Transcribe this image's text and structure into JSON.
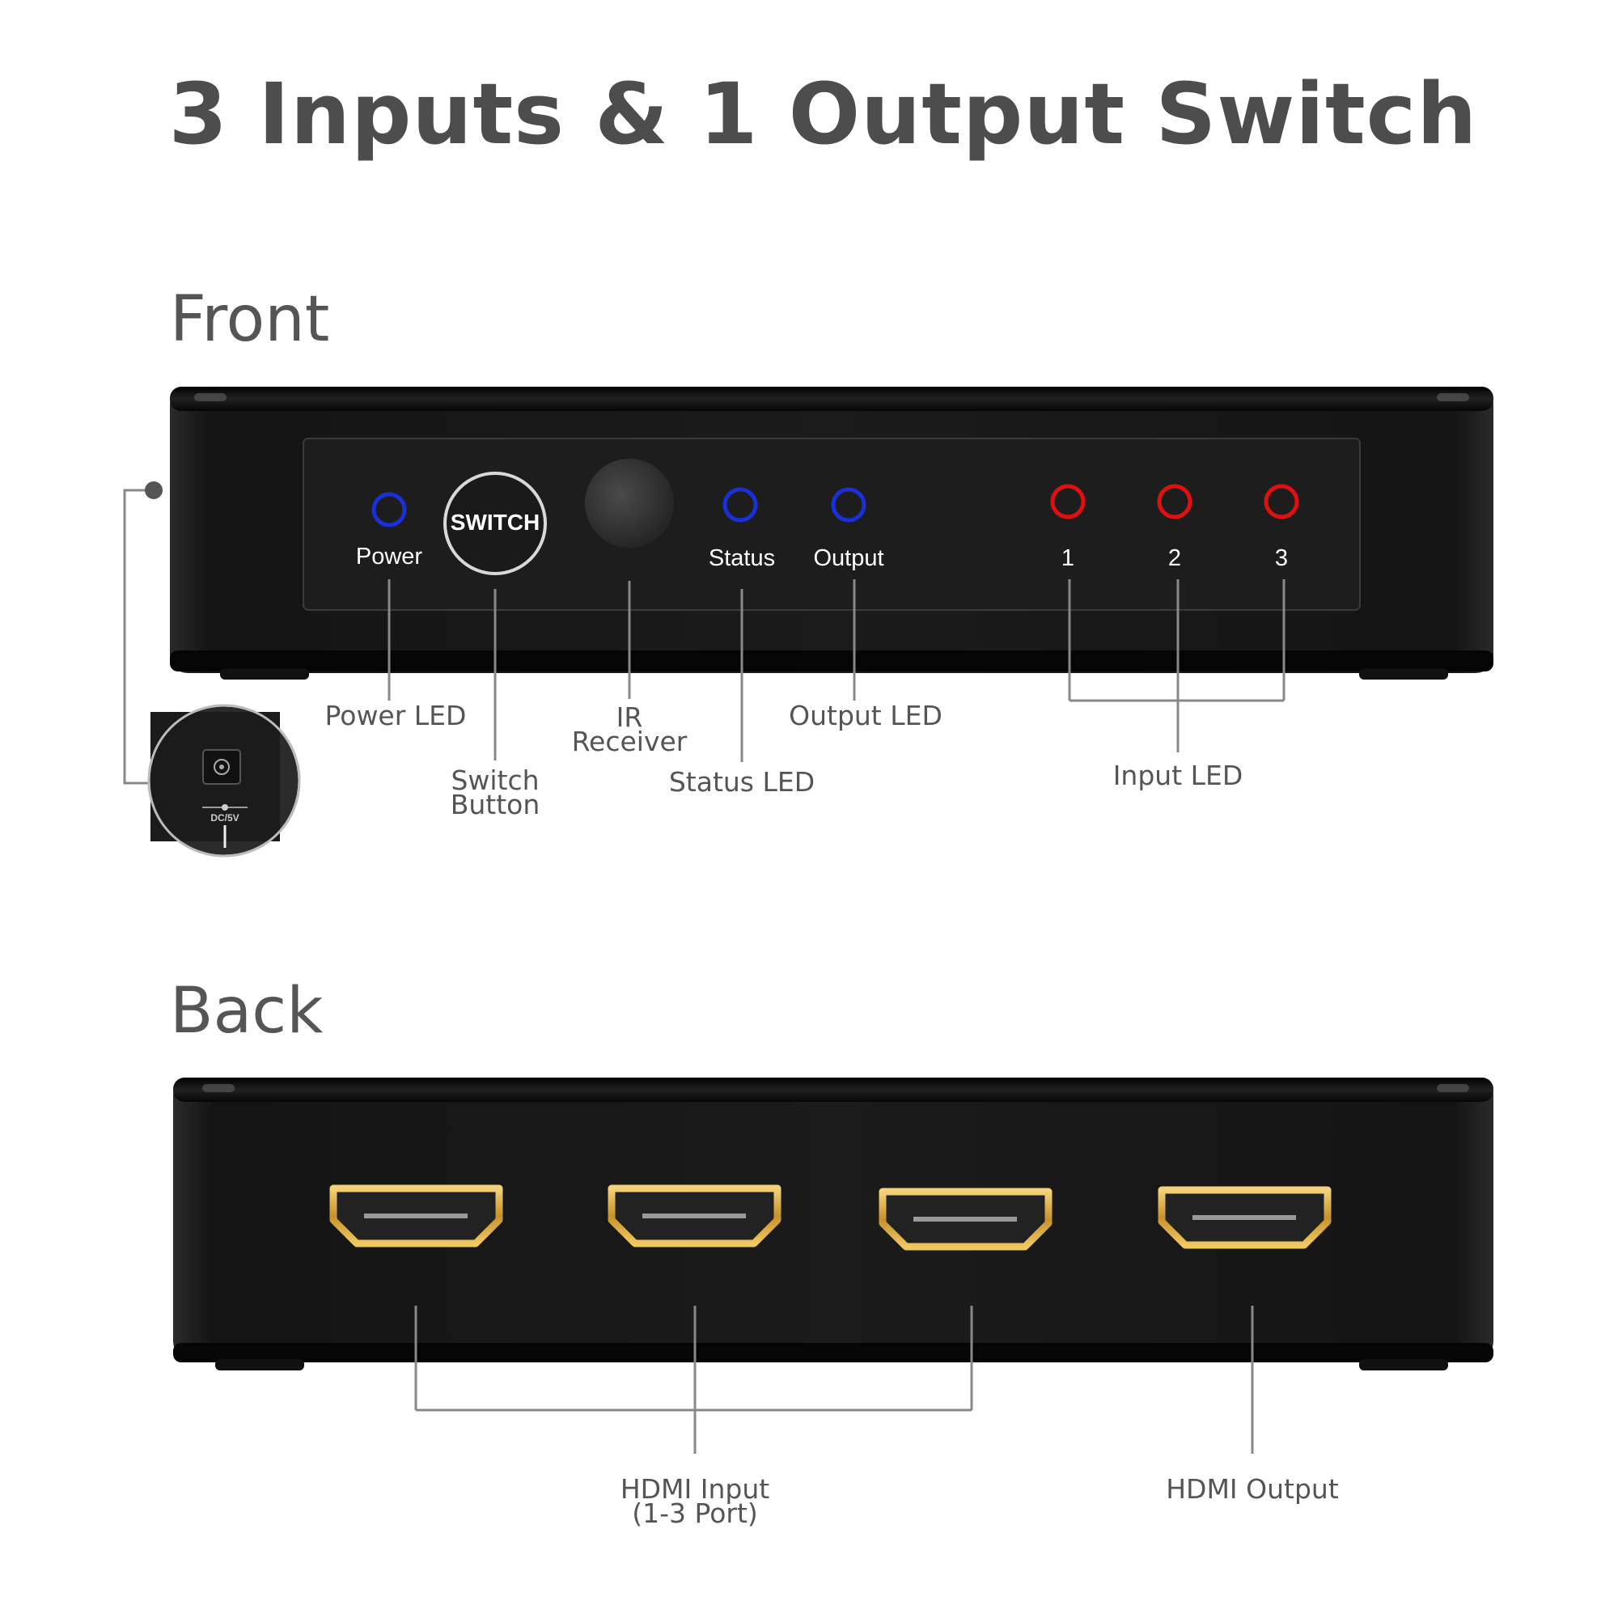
{
  "title": "3 Inputs & 1 Output Switch",
  "front": {
    "label": "Front",
    "panel": {
      "power": "Power",
      "switch_button": "SWITCH",
      "status": "Status",
      "output": "Output",
      "inputs": [
        "1",
        "2",
        "3"
      ]
    },
    "power_jack_label": "DC/5V",
    "callouts": {
      "power_led": "Power LED",
      "switch_button_line1": "Switch",
      "switch_button_line2": "Button",
      "ir_receiver_line1": "IR",
      "ir_receiver_line2": "Receiver",
      "status_led": "Status LED",
      "output_led": "Output LED",
      "input_led": "Input LED"
    }
  },
  "back": {
    "label": "Back",
    "callouts": {
      "hdmi_input_line1": "HDMI Input",
      "hdmi_input_line2": "(1-3 Port)",
      "hdmi_output": "HDMI Output"
    }
  },
  "colors": {
    "body": "#151515",
    "blue_led": "#1a2fd6",
    "red_led": "#e01010",
    "gold": "#d9a43a",
    "line": "#888888"
  }
}
